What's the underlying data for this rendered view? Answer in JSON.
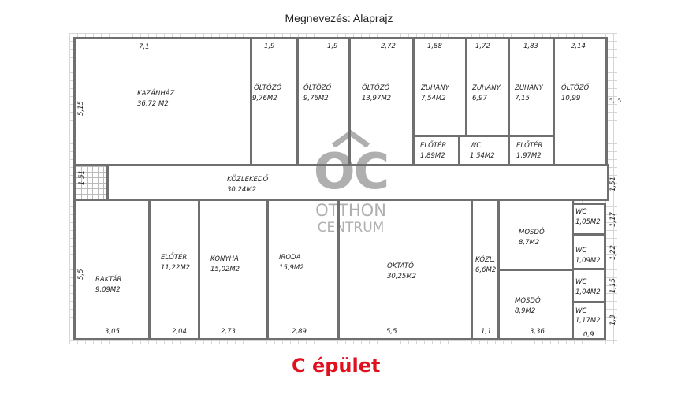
{
  "title": "Megnevezés: Alaprajz",
  "building_label": "C épület",
  "watermark": {
    "logo": "OC",
    "line1": "OTTHON",
    "line2": "CENTRUM"
  },
  "rooms": [
    {
      "name": "KAZÁNHÁZ",
      "area": "36,72 M2"
    },
    {
      "name": "ÖLTÖZŐ",
      "area": "9,76M2"
    },
    {
      "name": "ÖLTÖZŐ",
      "area": "9,76M2"
    },
    {
      "name": "ÖLTÖZŐ",
      "area": "13,97M2"
    },
    {
      "name": "ZUHANY",
      "area": "7,54M2"
    },
    {
      "name": "ZUHANY",
      "area": "6,97"
    },
    {
      "name": "ZUHANY",
      "area": "7,15"
    },
    {
      "name": "ÖLTÖZŐ",
      "area": "10,99"
    },
    {
      "name": "ELŐTÉR",
      "area": "1,89M2"
    },
    {
      "name": "WC",
      "area": "1,54M2"
    },
    {
      "name": "ELŐTÉR",
      "area": "1,97M2"
    },
    {
      "name": "KÖZLEKEDŐ",
      "area": "30,24M2"
    },
    {
      "name": "RAKTÁR",
      "area": "9,09M2"
    },
    {
      "name": "ELŐTÉR",
      "area": "11,22M2"
    },
    {
      "name": "KONYHA",
      "area": "15,02M2"
    },
    {
      "name": "IRODA",
      "area": "15,9M2"
    },
    {
      "name": "OKTATÓ",
      "area": "30,25M2"
    },
    {
      "name": "KÖZL.",
      "area": "6,6M2"
    },
    {
      "name": "MOSDÓ",
      "area": "8,7M2"
    },
    {
      "name": "MOSDÓ",
      "area": "8,9M2"
    },
    {
      "name": "WC",
      "area": "1,05M2"
    },
    {
      "name": "WC",
      "area": "1,09M2"
    },
    {
      "name": "WC",
      "area": "1,04M2"
    },
    {
      "name": "WC",
      "area": "1,17M2"
    }
  ],
  "dims": [
    "7,1",
    "1,9",
    "1,9",
    "2,72",
    "1,88",
    "1,72",
    "1,83",
    "2,14",
    "5,15",
    "5,15",
    "1,51",
    "1,51",
    "5,5",
    "3,05",
    "2,04",
    "2,73",
    "2,89",
    "5,5",
    "1,1",
    "3,36",
    "0,9",
    "1,17",
    "1,22",
    "1,15",
    "1,3"
  ]
}
